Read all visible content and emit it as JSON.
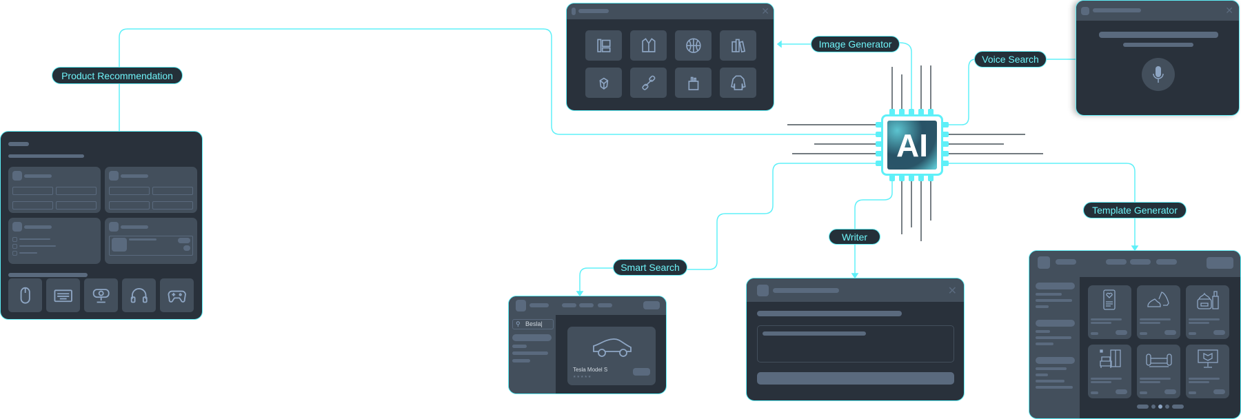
{
  "chip": {
    "label": "AI"
  },
  "labels": {
    "product_recommendation": "Product Recommendation",
    "image_generator": "Image Generator",
    "voice_search": "Voice Search",
    "smart_search": "Smart Search",
    "writer": "Writer",
    "template_generator": "Template Generator"
  },
  "smart_search": {
    "query": "Besla",
    "result_title": "Tesla Model S"
  },
  "close_glyph": "✕",
  "colors": {
    "accent": "#5ef0f8",
    "panel": "#29313b",
    "card": "#434f5c"
  }
}
